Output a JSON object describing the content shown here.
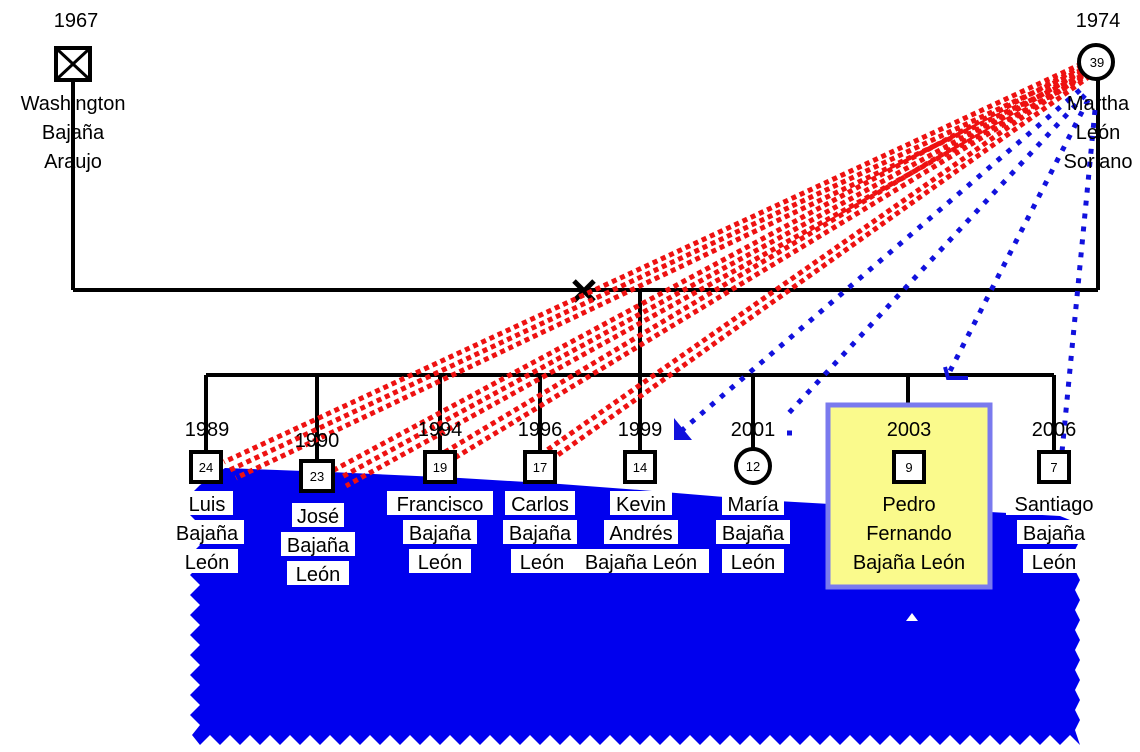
{
  "colors": {
    "conflict": "#ee1111",
    "distant": "#1111dd",
    "highlight_fill": "#fafa8c",
    "highlight_border": "#7a7aee",
    "zigzag": "#0000ee"
  },
  "parents": {
    "father": {
      "year": "1967",
      "symbol": "deceased-male-square-icon",
      "name_lines": [
        "Washington",
        "Bajaña",
        "Araujo"
      ]
    },
    "mother": {
      "year": "1974",
      "age": "39",
      "symbol": "female-circle-icon",
      "name_lines": [
        "Martha",
        "León",
        "Soriano"
      ]
    },
    "union_marker": "divorce-x-icon"
  },
  "children": [
    {
      "year": "1989",
      "age": "24",
      "sex": "male",
      "name_lines": [
        "Luis",
        "Bajaña",
        "León"
      ]
    },
    {
      "year": "1990",
      "age": "23",
      "sex": "male",
      "name_lines": [
        "José",
        "Bajaña",
        "León"
      ]
    },
    {
      "year": "1994",
      "age": "19",
      "sex": "male",
      "name_lines": [
        "Francisco",
        "Bajaña",
        "León"
      ]
    },
    {
      "year": "1996",
      "age": "17",
      "sex": "male",
      "name_lines": [
        "Carlos",
        "Bajaña",
        "León"
      ]
    },
    {
      "year": "1999",
      "age": "14",
      "sex": "male",
      "name_lines": [
        "Kevin",
        "Andrés",
        "Bajaña León"
      ]
    },
    {
      "year": "2001",
      "age": "12",
      "sex": "female",
      "name_lines": [
        "María",
        "Bajaña",
        "León"
      ]
    },
    {
      "year": "2003",
      "age": "9",
      "sex": "male",
      "highlighted": true,
      "name_lines": [
        "Pedro",
        "Fernando",
        "Bajaña León"
      ]
    },
    {
      "year": "2006",
      "age": "7",
      "sex": "male",
      "name_lines": [
        "Santiago",
        "Bajaña",
        "León"
      ]
    }
  ]
}
